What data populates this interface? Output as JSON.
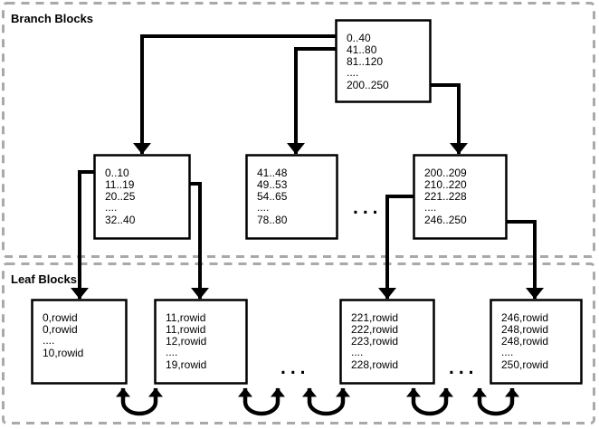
{
  "diagram": {
    "branch_section_label": "Branch Blocks",
    "leaf_section_label": "Leaf Blocks",
    "ellipsis": "...",
    "colors": {
      "line": "#000000",
      "region_border": "#a9a9a9",
      "background": "#ffffff",
      "text": "#000000"
    }
  },
  "blocks": {
    "root": {
      "entries": [
        "0..40",
        "41..80",
        "81..120",
        "....",
        "200..250"
      ]
    },
    "branch_left": {
      "entries": [
        "0..10",
        "11..19",
        "20..25",
        "....",
        "32..40"
      ]
    },
    "branch_middle": {
      "entries": [
        "41..48",
        "49..53",
        "54..65",
        "....",
        "78..80"
      ]
    },
    "branch_right": {
      "entries": [
        "200..209",
        "210..220",
        "221..228",
        "....",
        "246..250"
      ]
    },
    "leaf_1": {
      "entries": [
        "0,rowid",
        "0,rowid",
        "....",
        "10,rowid"
      ]
    },
    "leaf_2": {
      "entries": [
        "11,rowid",
        "11,rowid",
        "12,rowid",
        "....",
        "19,rowid"
      ]
    },
    "leaf_3": {
      "entries": [
        "221,rowid",
        "222,rowid",
        "223,rowid",
        "....",
        "228,rowid"
      ]
    },
    "leaf_4": {
      "entries": [
        "246,rowid",
        "248,rowid",
        "248,rowid",
        "....",
        "250,rowid"
      ]
    }
  }
}
